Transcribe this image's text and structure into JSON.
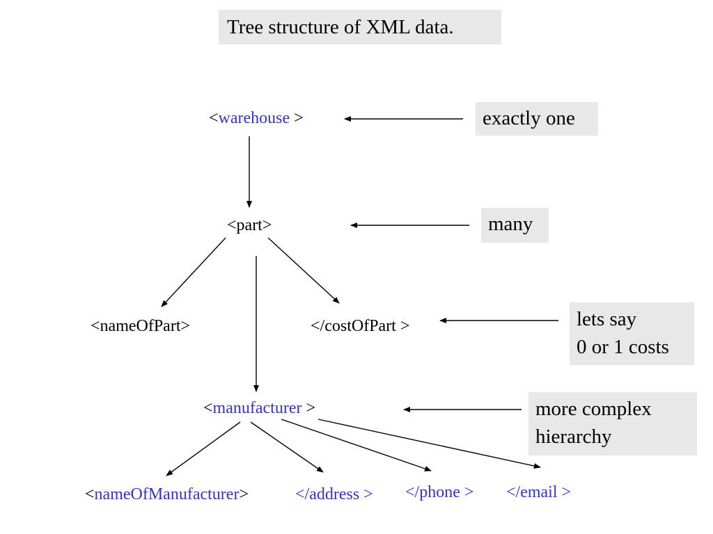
{
  "title": "Tree structure of XML data.",
  "nodes": {
    "warehouse": {
      "open": "<",
      "name": "warehouse",
      "close": " >"
    },
    "part": {
      "text": "<part>"
    },
    "nameOfPart": {
      "text": "<nameOfPart>"
    },
    "costOfPart": {
      "text": "</costOfPart >"
    },
    "manufacturer": {
      "open": "<",
      "name": "manufacturer",
      "close": " >"
    },
    "nameOfManufacturer": {
      "open": "<",
      "name": "nameOfManufacturer",
      "close": ">"
    },
    "address": {
      "text": "</address >"
    },
    "phone": {
      "text": "</phone >"
    },
    "email": {
      "text": "</email >"
    }
  },
  "notes": {
    "exactly_one": "exactly one",
    "many": "many",
    "lets_say_line1": "lets say",
    "lets_say_line2": "0 or 1 costs",
    "complex_line1": "more complex",
    "complex_line2": "hierarchy"
  },
  "colors": {
    "tag_blue": "#3333cc",
    "box_gray": "#e8e8e8"
  }
}
